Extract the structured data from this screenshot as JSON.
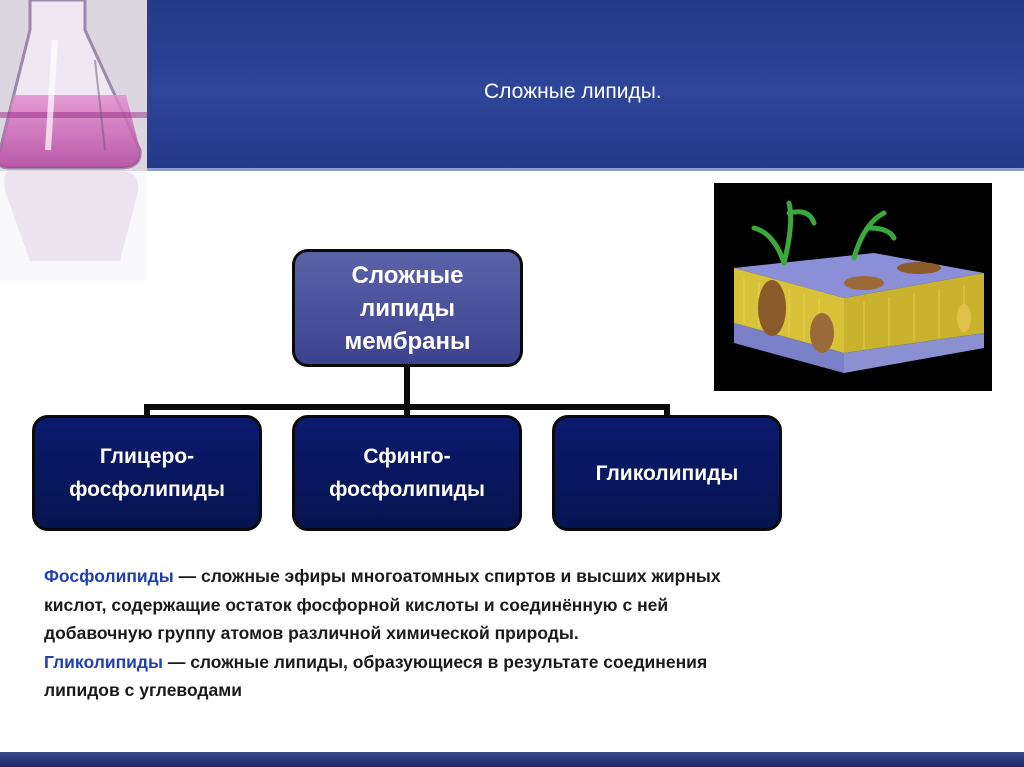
{
  "slide": {
    "title": "Сложные липиды."
  },
  "diagram": {
    "root": {
      "line1": "Сложные",
      "line2": "липиды",
      "line3": "мембраны"
    },
    "children": [
      {
        "line1": "Глицеро-",
        "line2": "фосфолипиды"
      },
      {
        "line1": "Сфинго-",
        "line2": "фосфолипиды"
      },
      {
        "line1": "Гликолипиды"
      }
    ]
  },
  "definitions": [
    {
      "term": "Фосфолипиды",
      "text": " — сложные эфиры многоатомных спиртов и высших жирных кислот, содержащие остаток фосфорной кислоты и соединённую с ней добавочную группу атомов различной химической природы."
    },
    {
      "term": "Гликолипиды",
      "text": " — сложные липиды, образующиеся в результате соединения липидов с углеводами"
    }
  ],
  "colors": {
    "header": "#2e4598",
    "term": "#2040b0",
    "root_box": "#4a52a0",
    "child_box": "#081660"
  }
}
